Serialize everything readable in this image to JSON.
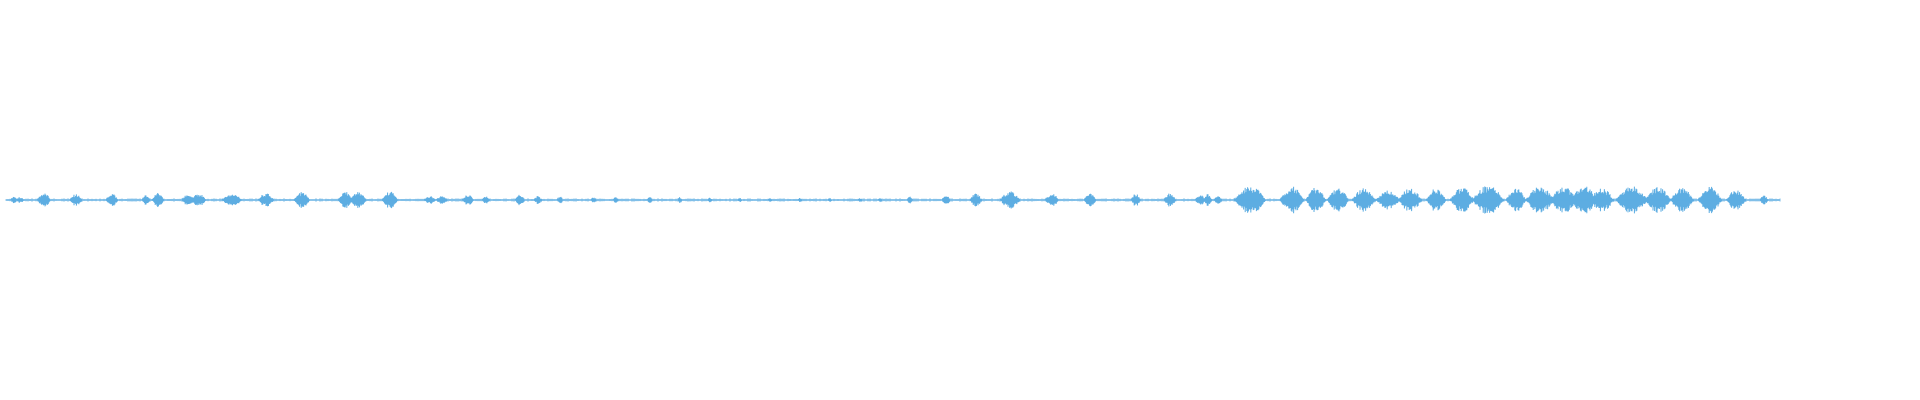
{
  "waveform": {
    "color": "#5dade2",
    "background": "#ffffff",
    "segments": [
      [
        0.0,
        0.02,
        0.6
      ],
      [
        0.02,
        0.04,
        0.4
      ],
      [
        0.04,
        0.07,
        1.0
      ],
      [
        0.07,
        0.1,
        0.5
      ],
      [
        0.1,
        0.13,
        1.0
      ],
      [
        0.13,
        0.16,
        0.6
      ],
      [
        0.16,
        0.18,
        0.8
      ],
      [
        0.18,
        0.2,
        1.0
      ],
      [
        0.2,
        0.22,
        1.2
      ],
      [
        0.22,
        0.25,
        1.0
      ],
      [
        0.25,
        0.28,
        0.9
      ],
      [
        0.28,
        0.31,
        1.3
      ],
      [
        0.31,
        0.34,
        1.4
      ],
      [
        0.34,
        0.37,
        1.1
      ],
      [
        0.37,
        0.4,
        0.7
      ],
      [
        0.4,
        0.43,
        0.9
      ],
      [
        0.43,
        0.46,
        0.4
      ],
      [
        0.46,
        0.5,
        0.3
      ],
      [
        0.5,
        0.54,
        0.25
      ],
      [
        0.54,
        0.58,
        0.25
      ],
      [
        0.58,
        0.62,
        0.3
      ],
      [
        0.62,
        0.66,
        0.3
      ],
      [
        0.66,
        0.7,
        0.7
      ],
      [
        0.7,
        0.73,
        1.0
      ],
      [
        0.73,
        0.76,
        1.2
      ],
      [
        0.76,
        0.79,
        1.0
      ],
      [
        0.79,
        0.82,
        0.8
      ],
      [
        0.82,
        0.85,
        1.0
      ],
      [
        0.85,
        0.87,
        1.1
      ],
      [
        0.87,
        0.89,
        0.7
      ],
      [
        0.89,
        0.92,
        1.0
      ],
      [
        0.92,
        0.95,
        0.8
      ],
      [
        0.95,
        0.97,
        0.6
      ],
      [
        0.97,
        1.0,
        0.5
      ]
    ]
  }
}
